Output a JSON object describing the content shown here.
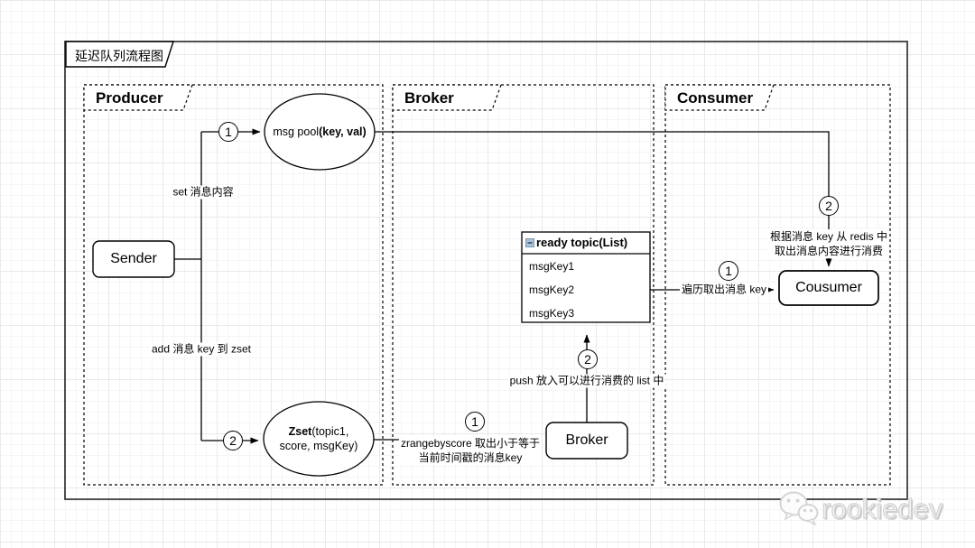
{
  "title": "延迟队列流程图",
  "sections": {
    "producer": {
      "label": "Producer"
    },
    "broker": {
      "label": "Broker"
    },
    "consumer": {
      "label": "Consumer"
    }
  },
  "nodes": {
    "sender": {
      "label": "Sender"
    },
    "msg_pool": {
      "text": "msg pool",
      "text_bold": "(key, val)"
    },
    "zset": {
      "text_bold": "Zset",
      "line1_rest": "(topic1,",
      "line2": "score, msgKey)"
    },
    "ready_topic": {
      "header": "ready topic(List)",
      "items": [
        "msgKey1",
        "msgKey2",
        "msgKey3"
      ],
      "collapse_icon": "minus-square-icon"
    },
    "broker_node": {
      "label": "Broker"
    },
    "consumer_node": {
      "label": "Cousumer"
    }
  },
  "steps": {
    "one": "1",
    "two": "2"
  },
  "edge_labels": {
    "set_msg": "set 消息内容",
    "add_zset": "add 消息 key 到 zset",
    "zrange_line1": "zrangebyscore 取出小于等于",
    "zrange_line2": "当前时间戳的消息key",
    "push_list": "push 放入可以进行消费的 list 中",
    "iterate": "遍历取出消息 key",
    "consume_line1": "根据消息 key 从 redis 中",
    "consume_line2": "取出消息内容进行消费"
  },
  "watermark": {
    "brand": "rookiedev",
    "icon": "wechat-icon"
  },
  "colors": {
    "line": "#000000",
    "frame": "#3d3d3d",
    "node_fill": "#ffffff",
    "collapse_fill": "#a9c3dc",
    "collapse_border": "#7a96ad",
    "watermark_gray": "#cfcfcf"
  }
}
